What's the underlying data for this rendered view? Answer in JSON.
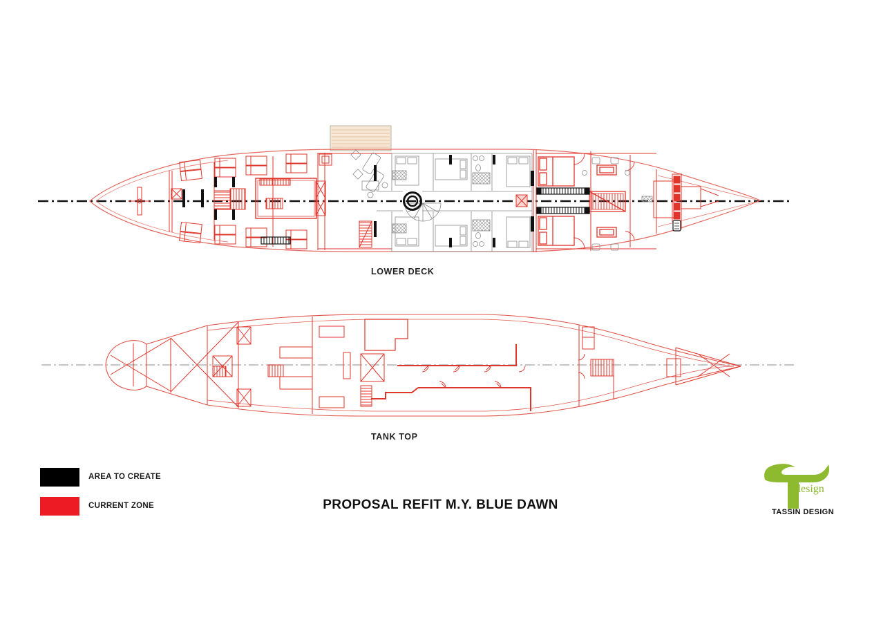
{
  "titles": {
    "main_title": "PROPOSAL REFIT M.Y. BLUE DAWN",
    "lower_deck_label": "LOWER DECK",
    "tank_top_label": "TANK TOP"
  },
  "legend": {
    "items": [
      {
        "label": "AREA TO CREATE",
        "color": "#000000"
      },
      {
        "label": "CURRENT ZONE",
        "color": "#ed1c24"
      }
    ]
  },
  "logo": {
    "symbol_text": "design",
    "company": "TASSIN DESIGN",
    "green": "#8dba2f"
  },
  "drawing_colors": {
    "current_zone_red": "#e0352b",
    "area_to_create_black": "#111111",
    "existing_gray": "#8a8a8a",
    "deck_overhang_tan": "#f6e8d5"
  }
}
